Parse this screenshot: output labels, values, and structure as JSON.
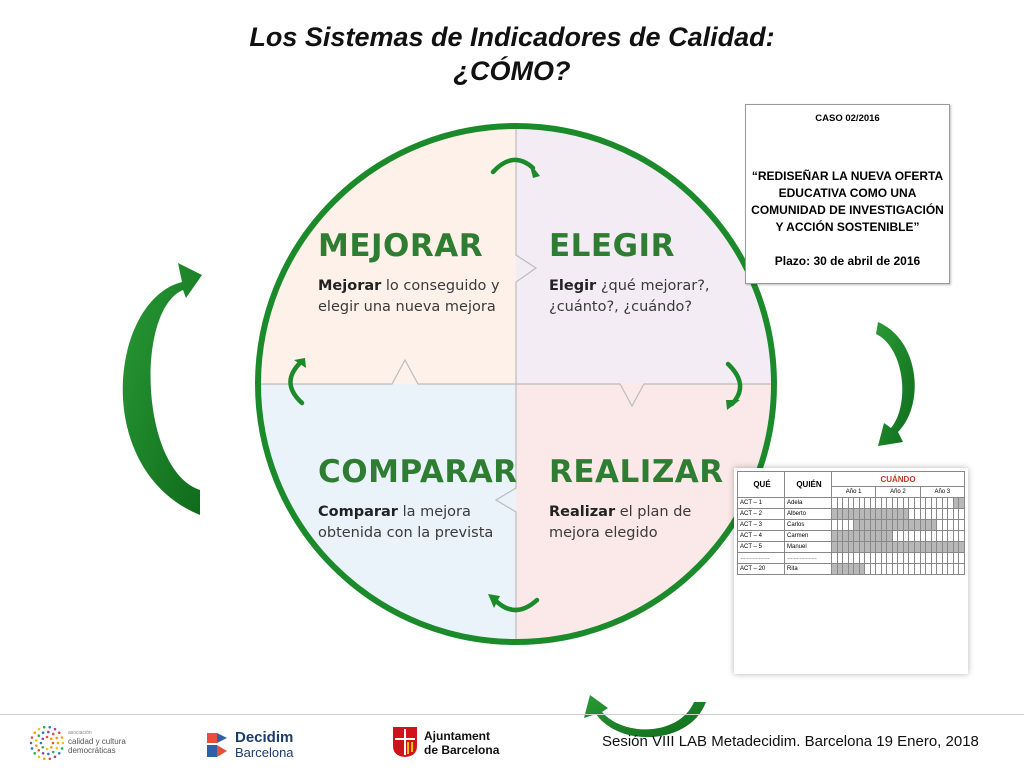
{
  "title": {
    "line1": "Los Sistemas de Indicadores de Calidad:",
    "line2": "¿CÓMO?"
  },
  "cycle": {
    "colors": {
      "accent": "#1b8a2a",
      "mejorar_bg": "#fdf1e9",
      "elegir_bg": "#f3ecf5",
      "comparar_bg": "#eaf3fa",
      "realizar_bg": "#fbe9e9"
    },
    "quadrants": [
      {
        "id": "mejorar",
        "title": "MEJORAR",
        "bold": "Mejorar",
        "text": " lo conseguido y elegir una nueva mejora"
      },
      {
        "id": "elegir",
        "title": "ELEGIR",
        "bold": "Elegir",
        "text": " ¿qué mejorar?, ¿cuánto?, ¿cuándo?"
      },
      {
        "id": "comparar",
        "title": "COMPARAR",
        "bold": "Comparar",
        "text": " la mejora obtenida con la prevista"
      },
      {
        "id": "realizar",
        "title": "REALIZAR",
        "bold": "Realizar",
        "text": " el plan de mejora elegido"
      }
    ]
  },
  "case": {
    "id": "CASO 02/2016",
    "quote": "“REDISEÑAR LA NUEVA OFERTA EDUCATIVA COMO UNA COMUNIDAD DE INVESTIGACIÓN Y ACCIÓN SOSTENIBLE”",
    "deadline": "Plazo: 30 de abril de 2016"
  },
  "plan": {
    "headers": {
      "que": "QUÉ",
      "quien": "QUIÉN",
      "cuando": "CUÁNDO"
    },
    "years": [
      "Año 1",
      "Año 2",
      "Año 3"
    ],
    "rows": [
      {
        "act": "ACT – 1",
        "who": "Adela",
        "fill": [
          22,
          23
        ]
      },
      {
        "act": "ACT – 2",
        "who": "Alberto",
        "fill": [
          0,
          1,
          2,
          3,
          4,
          5,
          6,
          7,
          8,
          9,
          10,
          11,
          12,
          13
        ]
      },
      {
        "act": "ACT – 3",
        "who": "Carlos",
        "fill": [
          4,
          5,
          6,
          7,
          8,
          9,
          10,
          11,
          12,
          13,
          14,
          15,
          16,
          17,
          18
        ]
      },
      {
        "act": "ACT – 4",
        "who": "Carmen",
        "fill": [
          0,
          1,
          2,
          3,
          4,
          5,
          6,
          7,
          8,
          9,
          10
        ]
      },
      {
        "act": "ACT – 5",
        "who": "Manuel",
        "fill": [
          0,
          1,
          2,
          3,
          4,
          5,
          6,
          7,
          8,
          9,
          10,
          11,
          12,
          13,
          14,
          15,
          16,
          17,
          18,
          19,
          20,
          21,
          22,
          23
        ]
      },
      {
        "act": "……………",
        "who": "……………",
        "fill": []
      },
      {
        "act": "ACT – 20",
        "who": "Rita",
        "fill": [
          0,
          1,
          2,
          3,
          4,
          5
        ]
      }
    ]
  },
  "footer": {
    "logo1_text": "calidad y cultura democráticas",
    "logo1_small": "asociación",
    "logo2_line1": "Decidim",
    "logo2_line2": "Barcelona",
    "logo3_line1": "Ajuntament",
    "logo3_line2": "de Barcelona",
    "session": "Sesión VIII LAB Metadecidim. Barcelona 19 Enero, 2018"
  }
}
